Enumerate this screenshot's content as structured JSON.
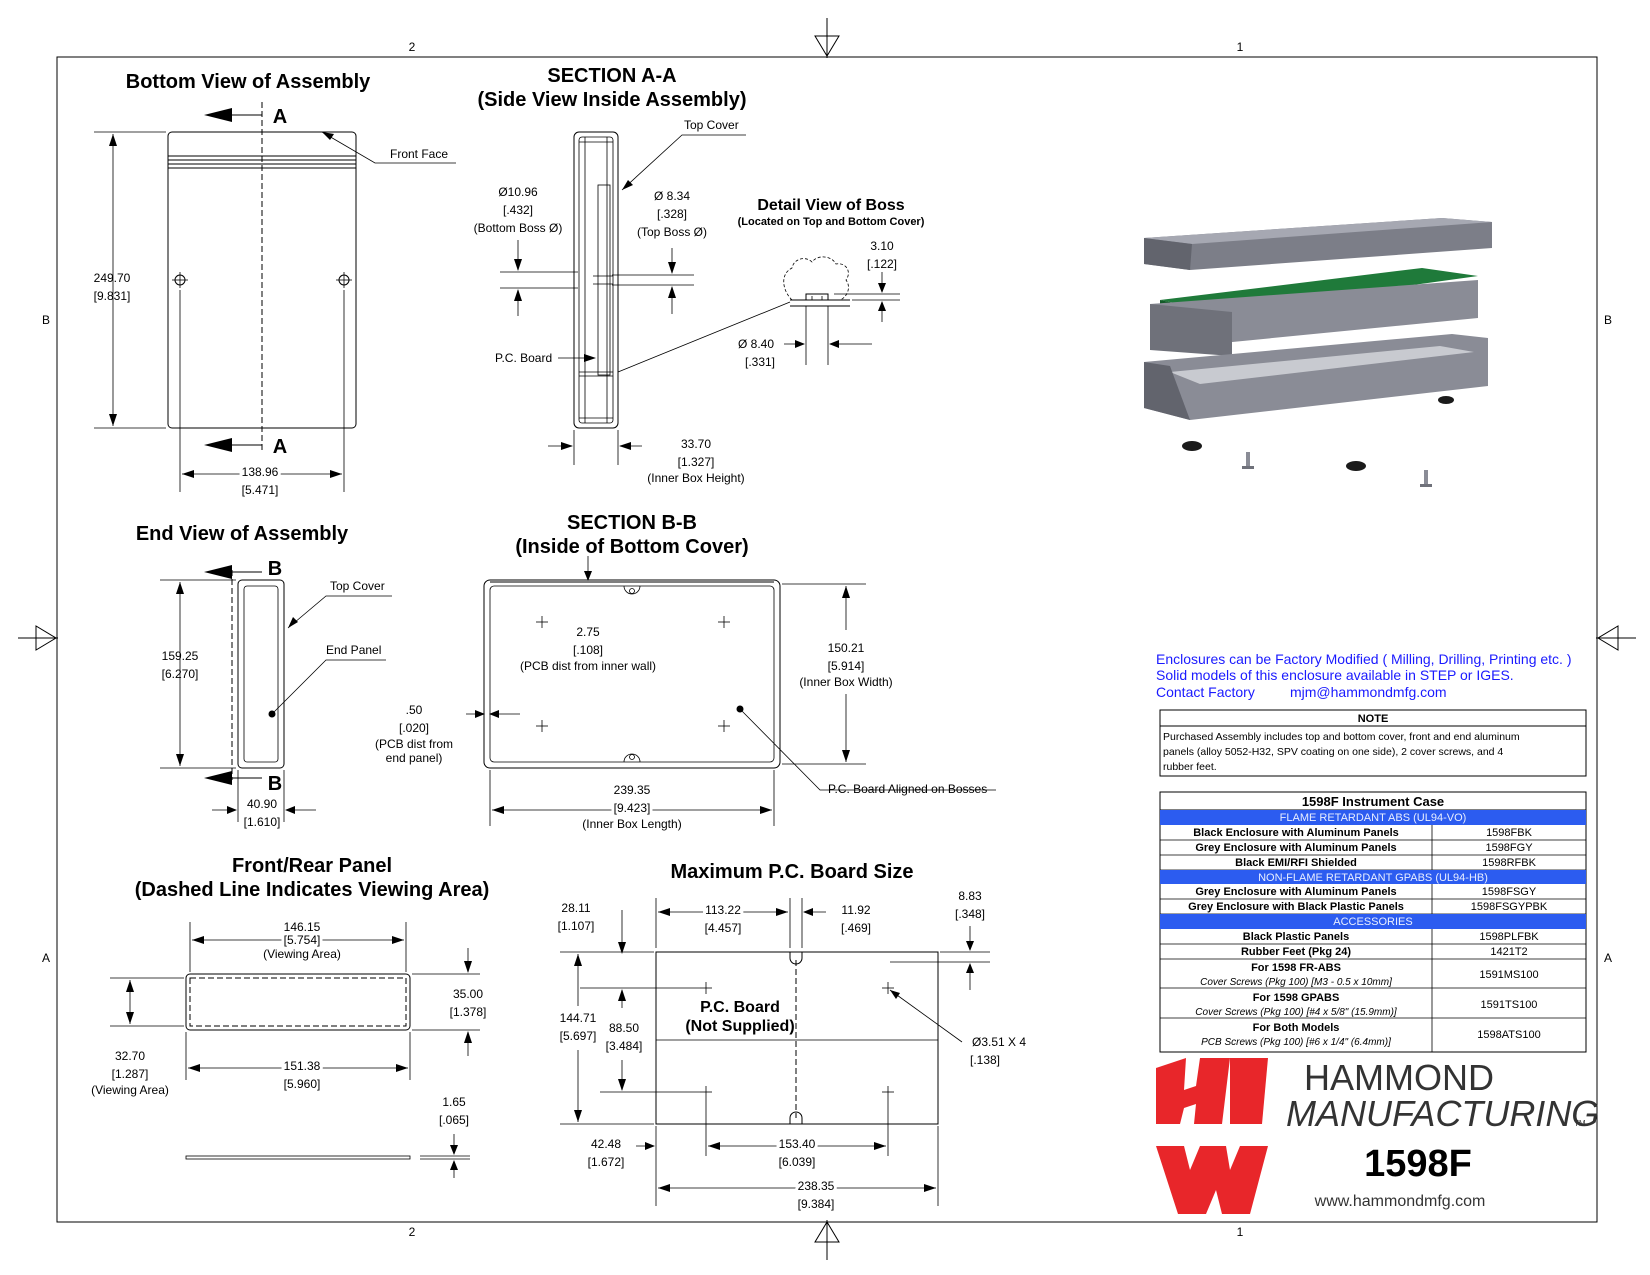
{
  "border": {
    "top_numbers": [
      "2",
      "1"
    ],
    "bottom_numbers": [
      "2",
      "1"
    ],
    "side_letters": [
      "B",
      "A"
    ]
  },
  "bottom_view": {
    "title": "Bottom View of Assembly",
    "section_marker": "A",
    "front_face": "Front Face",
    "height_mm": "249.70",
    "height_in": "[9.831]",
    "width_mm": "138.96",
    "width_in": "[5.471]"
  },
  "section_aa": {
    "title_1": "SECTION A-A",
    "title_2": "(Side View Inside Assembly)",
    "top_cover": "Top Cover",
    "bottom_boss_mm": "Ø10.96",
    "bottom_boss_in": "[.432]",
    "bottom_boss_label": "(Bottom Boss Ø)",
    "top_boss_mm": "Ø 8.34",
    "top_boss_in": "[.328]",
    "top_boss_label": "(Top Boss Ø)",
    "pc_board": "P.C. Board",
    "height_mm": "33.70",
    "height_in": "[1.327]",
    "height_label": "(Inner Box Height)"
  },
  "detail_boss": {
    "title": "Detail View of Boss",
    "subtitle": "(Located on Top and Bottom Cover)",
    "h_mm": "3.10",
    "h_in": "[.122]",
    "d_mm": "Ø 8.40",
    "d_in": "[.331]"
  },
  "end_view": {
    "title": "End View of Assembly",
    "section_marker": "B",
    "top_cover": "Top Cover",
    "end_panel": "End Panel",
    "height_mm": "159.25",
    "height_in": "[6.270]",
    "width_mm": "40.90",
    "width_in": "[1.610]"
  },
  "section_bb": {
    "title_1": "SECTION B-B",
    "title_2": "(Inside of Bottom Cover)",
    "pcb_wall_mm": "2.75",
    "pcb_wall_in": "[.108]",
    "pcb_wall_label": "(PCB dist from inner wall)",
    "end_mm": ".50",
    "end_in": "[.020]",
    "end_label_1": "(PCB dist from",
    "end_label_2": "end panel)",
    "width_mm": "150.21",
    "width_in": "[5.914]",
    "width_label": "(Inner Box Width)",
    "length_mm": "239.35",
    "length_in": "[9.423]",
    "length_label": "(Inner Box Length)",
    "aligned": "P.C. Board Aligned on Bosses"
  },
  "front_panel": {
    "title_1": "Front/Rear Panel",
    "title_2": "(Dashed Line Indicates Viewing Area)",
    "view_w_mm": "146.15",
    "view_w_in": "[5.754]",
    "view_w_label": "(Viewing Area)",
    "h_mm": "35.00",
    "h_in": "[1.378]",
    "view_h_mm": "32.70",
    "view_h_in": "[1.287]",
    "view_h_label": "(Viewing Area)",
    "w_mm": "151.38",
    "w_in": "[5.960]",
    "t_mm": "1.65",
    "t_in": "[.065]"
  },
  "pcb": {
    "title": "Maximum P.C. Board Size",
    "label_1": "P.C. Board",
    "label_2": "(Not Supplied)",
    "a_mm": "28.11",
    "a_in": "[1.107]",
    "b_mm": "113.22",
    "b_in": "[4.457]",
    "c_mm": "11.92",
    "c_in": "[.469]",
    "d_mm": "8.83",
    "d_in": "[.348]",
    "e_mm": "144.71",
    "e_in": "[5.697]",
    "f_mm": "88.50",
    "f_in": "[3.484]",
    "hole_mm": "Ø3.51 X 4",
    "hole_in": "[.138]",
    "g_mm": "42.48",
    "g_in": "[1.672]",
    "h_mm": "153.40",
    "h_in": "[6.039]",
    "l_mm": "238.35",
    "l_in": "[9.384]"
  },
  "info": {
    "line1": "Enclosures can be Factory Modified ( Milling, Drilling, Printing etc. )",
    "line2": "Solid models of this enclosure available in STEP or IGES.",
    "line3a": "Contact Factory",
    "line3b": "mjm@hammondmfg.com"
  },
  "note": {
    "header": "NOTE",
    "line1": "Purchased Assembly includes top and bottom cover, front and end aluminum",
    "line2": "panels (alloy 5052-H32, SPV coating on one side), 2 cover screws, and 4",
    "line3": "rubber feet."
  },
  "table": {
    "title": "1598F Instrument Case",
    "band1": "FLAME RETARDANT ABS (UL94-VO)",
    "r1": [
      "Black Enclosure with Aluminum Panels",
      "1598FBK"
    ],
    "r2": [
      "Grey Enclosure with Aluminum Panels",
      "1598FGY"
    ],
    "r3": [
      "Black EMI/RFI Shielded",
      "1598RFBK"
    ],
    "band2": "NON-FLAME RETARDANT GPABS (UL94-HB)",
    "r4": [
      "Grey Enclosure with Aluminum Panels",
      "1598FSGY"
    ],
    "r5": [
      "Grey Enclosure with Black Plastic Panels",
      "1598FSGYPBK"
    ],
    "band3": "ACCESSORIES",
    "r6": [
      "Black Plastic Panels",
      "1598PLFBK"
    ],
    "r7": [
      "Rubber Feet (Pkg 24)",
      "1421T2"
    ],
    "r8": [
      "For 1598 FR-ABS",
      "Cover Screws (Pkg 100) [M3 - 0.5 x 10mm]",
      "1591MS100"
    ],
    "r9": [
      "For 1598 GPABS",
      "Cover Screws (Pkg 100) [#4 x 5/8\" (15.9mm)]",
      "1591TS100"
    ],
    "r10": [
      "For Both Models",
      "PCB Screws (Pkg 100) [#6 x 1/4\" (6.4mm)]",
      "1598ATS100"
    ]
  },
  "logo": {
    "line1": "HAMMOND",
    "line2": "MANUFACTURING",
    "tm": "TM",
    "model": "1598F",
    "url": "www.hammondmfg.com"
  },
  "colors": {
    "band": "#2c5cf0",
    "info_text": "#1a1aff",
    "logo_red": "#e8262a",
    "pcb_green": "#1f7a3a",
    "enclosure_grey": "#8a8c96"
  }
}
